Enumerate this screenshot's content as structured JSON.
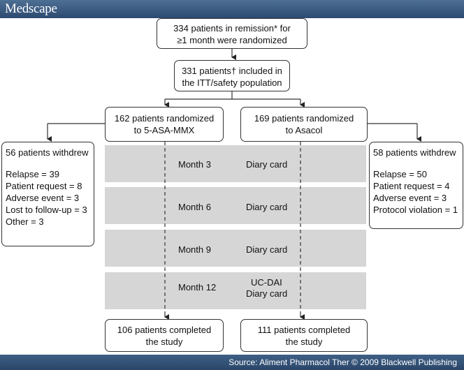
{
  "header": {
    "logo": "Medscape"
  },
  "footer": {
    "source": "Source: Aliment Pharmacol Ther © 2009 Blackwell Publishing"
  },
  "diagram": {
    "randomized": [
      "334 patients in remission* for",
      "≥1 month were randomized"
    ],
    "itt": [
      "331 patients† included in",
      "the ITT/safety population"
    ],
    "arm_left": [
      "162 patients randomized",
      "to 5-ASA-MMX"
    ],
    "arm_right": [
      "169 patients randomized",
      "to Asacol"
    ],
    "withdrew_left": {
      "title": "56 patients withdrew",
      "items": [
        "Relapse = 39",
        "Patient request = 8",
        "Adverse event = 3",
        "Lost to follow-up = 3",
        "Other = 3"
      ]
    },
    "withdrew_right": {
      "title": "58 patients withdrew",
      "items": [
        "Relapse = 50",
        "Patient request = 4",
        "Adverse event = 3",
        "Protocol violation = 1"
      ]
    },
    "visits": [
      {
        "month": "Month 3",
        "assessment": [
          "Diary card"
        ]
      },
      {
        "month": "Month 6",
        "assessment": [
          "Diary card"
        ]
      },
      {
        "month": "Month 9",
        "assessment": [
          "Diary card"
        ]
      },
      {
        "month": "Month 12",
        "assessment": [
          "UC-DAI",
          "Diary card"
        ]
      }
    ],
    "completed_left": [
      "106 patients completed",
      "the study"
    ],
    "completed_right": [
      "111 patients completed",
      "the study"
    ]
  }
}
